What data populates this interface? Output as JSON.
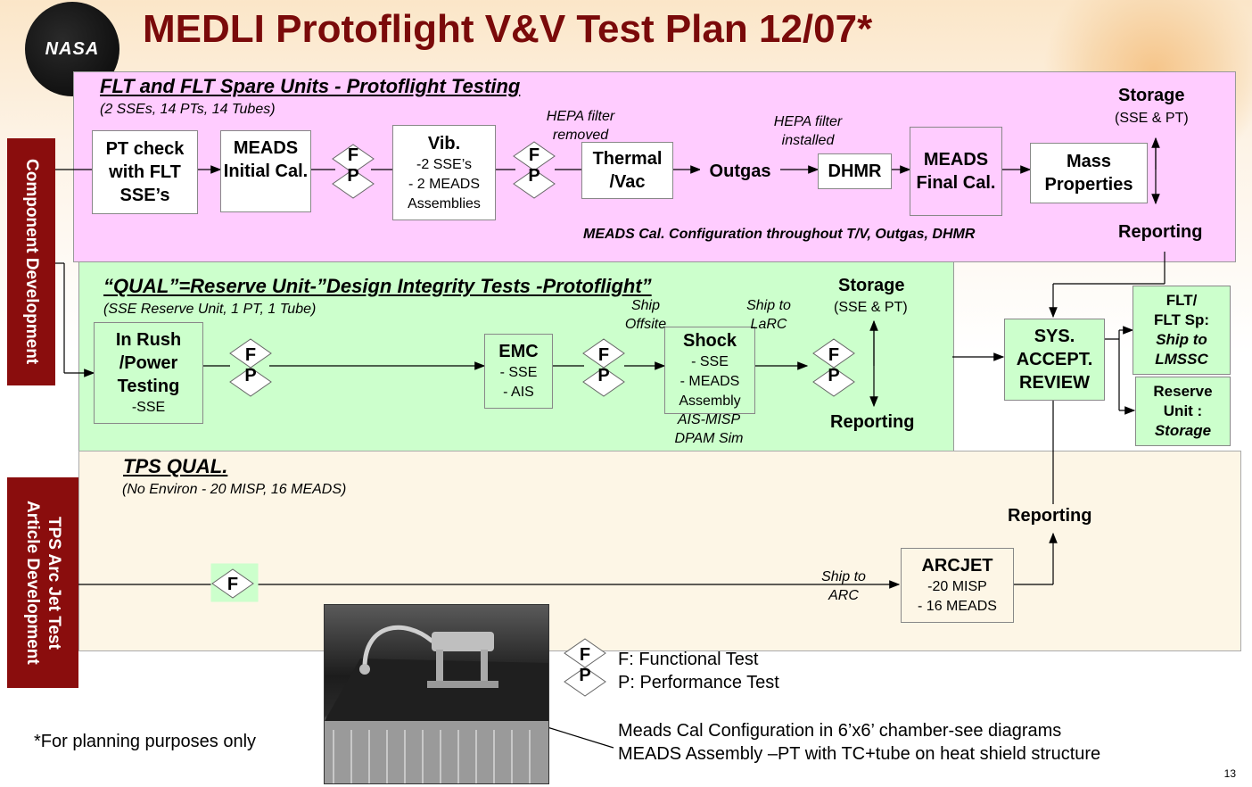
{
  "header": {
    "title": "MEDLI Protoflight V&V Test Plan 12/07*",
    "logo_text": "NASA"
  },
  "sidebar": {
    "component": "Component Development",
    "tps": [
      "TPS Arc Jet Test",
      "Article Development"
    ]
  },
  "flt": {
    "title": "FLT and FLT Spare Units - Protoflight Testing",
    "subtitle": "(2 SSEs, 14 PTs, 14 Tubes)",
    "pt_check": [
      "PT check",
      "with FLT",
      "SSE’s"
    ],
    "meads_initial": [
      "MEADS",
      "Initial Cal."
    ],
    "vib": {
      "title": "Vib.",
      "lines": [
        "-2 SSE’s",
        "- 2 MEADS",
        "Assemblies"
      ]
    },
    "hepa_removed": [
      "HEPA filter",
      "removed"
    ],
    "thermal": [
      "Thermal",
      "/Vac"
    ],
    "outgas": "Outgas",
    "hepa_installed": [
      "HEPA filter",
      "installed"
    ],
    "dhmr": "DHMR",
    "meads_final": [
      "MEADS",
      "Final Cal."
    ],
    "mass": [
      "Mass",
      "Properties"
    ],
    "storage": "Storage",
    "storage_sub": "(SSE & PT)",
    "reporting": "Reporting",
    "config_note": "MEADS Cal. Configuration throughout T/V, Outgas, DHMR"
  },
  "qual": {
    "title": "“QUAL”=Reserve Unit-”Design Integrity Tests -Protoflight”",
    "subtitle": "(SSE Reserve Unit, 1 PT, 1 Tube)",
    "inrush": [
      "In Rush",
      "/Power",
      "Testing"
    ],
    "inrush_sub": "-SSE",
    "emc": {
      "title": "EMC",
      "lines": [
        "- SSE",
        "- AIS"
      ]
    },
    "ship_offsite": [
      "Ship",
      "Offsite"
    ],
    "shock": {
      "title": "Shock",
      "lines": [
        "- SSE",
        "- MEADS",
        "Assembly"
      ]
    },
    "ais_misp": [
      "AIS-MISP",
      "DPAM Sim"
    ],
    "ship_larc": [
      "Ship to",
      "LaRC"
    ],
    "storage": "Storage",
    "storage_sub": "(SSE & PT)",
    "reporting": "Reporting"
  },
  "sys": [
    "SYS.",
    "ACCEPT.",
    "REVIEW"
  ],
  "flt_sp": [
    "FLT/",
    "FLT Sp:",
    "Ship to",
    "LMSSC"
  ],
  "reserve": [
    "Reserve",
    "Unit :",
    "Storage"
  ],
  "tps": {
    "title": "TPS QUAL.",
    "subtitle": "(No Environ - 20 MISP, 16 MEADS)",
    "reporting": "Reporting",
    "ship_arc": [
      "Ship to",
      "ARC"
    ],
    "arcjet": {
      "title": "ARCJET",
      "lines": [
        "-20 MISP",
        "- 16 MEADS"
      ]
    }
  },
  "legend": {
    "f": "F",
    "p": "P",
    "f_text": "F:  Functional Test",
    "p_text": "P:  Performance Test"
  },
  "footnote": "*For planning purposes only",
  "caption": [
    "Meads Cal Configuration in 6’x6’ chamber-see diagrams",
    "MEADS Assembly –PT with TC+tube on heat shield structure"
  ],
  "page_number": "13"
}
